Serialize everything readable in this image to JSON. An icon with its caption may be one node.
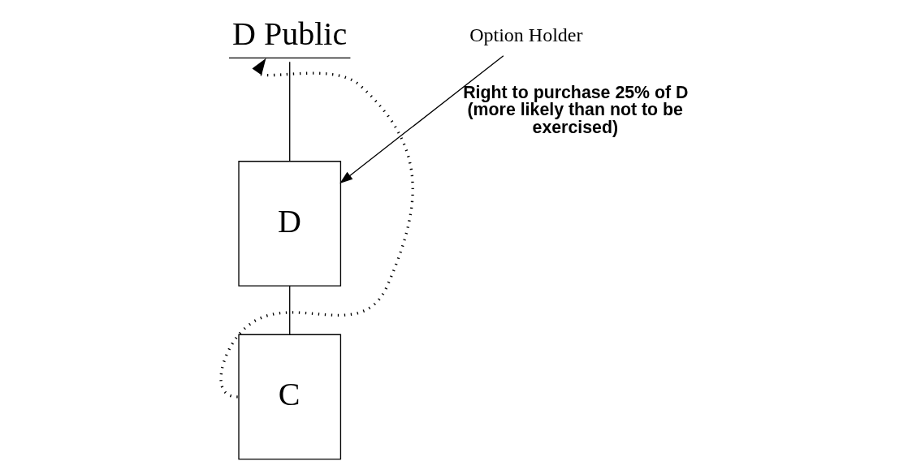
{
  "diagram": {
    "nodes": [
      {
        "text": [
          "D Public"
        ]
      },
      {
        "text": [
          "D"
        ]
      },
      {
        "text": [
          "C"
        ]
      },
      {
        "text": [
          "Option Holder"
        ]
      }
    ],
    "edges": [
      {
        "from": 0,
        "to": 1,
        "arrow": "none"
      },
      {
        "from": 1,
        "to": 2,
        "arrow": "none"
      },
      {
        "from": 2,
        "to": 0,
        "arrow": "to",
        "style": "dashed"
      },
      {
        "from": 3,
        "to": 1,
        "arrow": "to",
        "label": "Right to purchase 25% of D (more likely than not to be exercised)"
      }
    ]
  }
}
